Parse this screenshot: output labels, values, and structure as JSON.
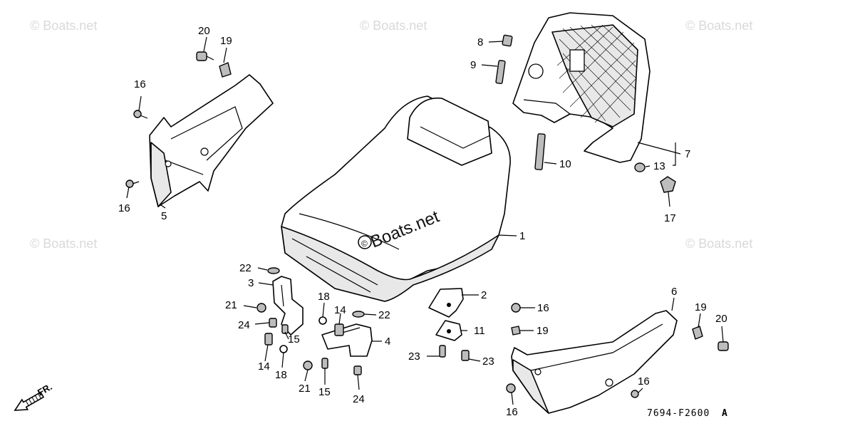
{
  "watermark": "© Boats.net",
  "watermark_center": "Boats.net",
  "diagram_code": "7694-F2600",
  "diagram_code_suffix": "A",
  "direction_label": "FR.",
  "callouts": {
    "c1": "1",
    "c2": "2",
    "c3": "3",
    "c4": "4",
    "c5": "5",
    "c6": "6",
    "c7": "7",
    "c8": "8",
    "c9": "9",
    "c10": "10",
    "c11": "11",
    "c13": "13",
    "c14a": "14",
    "c14b": "14",
    "c15a": "15",
    "c15b": "15",
    "c16a": "16",
    "c16b": "16",
    "c16c": "16",
    "c16d": "16",
    "c16e": "16",
    "c17": "17",
    "c18a": "18",
    "c18b": "18",
    "c19a": "19",
    "c19b": "19",
    "c19c": "19",
    "c20a": "20",
    "c20b": "20",
    "c21a": "21",
    "c21b": "21",
    "c22a": "22",
    "c22b": "22",
    "c23a": "23",
    "c23b": "23",
    "c24a": "24",
    "c24b": "24"
  }
}
